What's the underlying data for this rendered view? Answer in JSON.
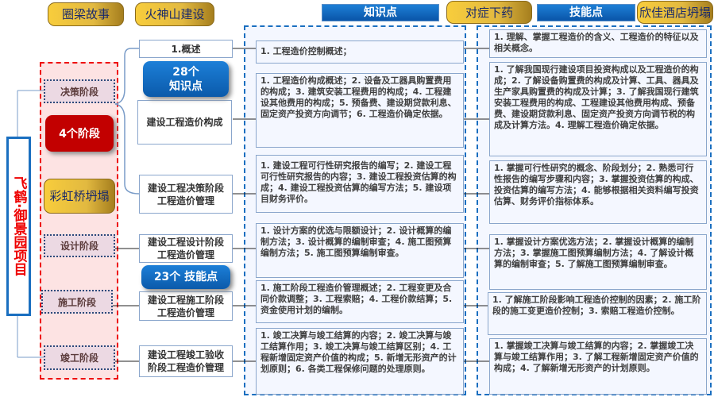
{
  "project_title": "飞鹤·御景园项目",
  "headers": {
    "knowledge": "知识点",
    "skills": "技能点"
  },
  "stages": [
    "决策阶段",
    "设计阶段",
    "施工阶段",
    "竣工阶段"
  ],
  "modules": [
    "1.概述",
    "建设工程造价构成",
    "建设工程决策阶段工程造价管理",
    "建设工程设计阶段工程造价管理",
    "建设工程施工阶段工程造价管理",
    "建设工程竣工验收阶段工程造价管理"
  ],
  "knowledge": [
    "1. 工程造价控制概述；",
    "1. 工程造价构成概述；2. 设备及工器具购置费用的构成；3. 建筑安装工程费用的构成；4. 工程建设其他费用的构成；5. 预备费、建设期贷款利息、固定资产投资方向调节；6. 工程造价确定依据。",
    "1. 建设工程可行性研究报告的编写；2. 建设工程可行性研究报告的内容；3. 建设工程投资估算的构成；4. 建设工程投资估算的编写方法；5. 建设项目财务评价。",
    "1. 设计方案的优选与限额设计；2. 设计概算的编制方法；3. 设计概算的编制审查；4. 施工图预算编制方法；5. 施工图预算编制审查。",
    "1. 施工阶段工程造价管理概述；2. 工程变更及合同价款调整；3. 工程索赔；4. 工程价款结算；5. 资金使用计划的编制。",
    "1. 竣工决算与竣工结算的内容；2. 竣工决算与竣工结算作用；3. 竣工决算与竣工结算区别；4. 工程新增固定资产价值的构成；5. 新增无形资产的计划原则；6. 各类工程保修问题的处理原则。"
  ],
  "skills": [
    "1. 理解、掌握工程造价的含义、工程造价的特征以及相关概念。",
    "1. 了解我国现行建设项目投资构成以及工程造价的构成；2. 了解设备购置费的构成及计算、工具、器具及生产家具购置费的构成及计算；3. 了解我国现行建筑安装工程费用的构成、工程建设其他费用构成、预备费、建设期贷款利息、固定资产投资方向调节税的构成及计算方法。4. 理解工程造价确定依据。",
    "1. 掌握可行性研究的概念、阶段划分；2. 熟悉可行性报告的编写步骤和内容；3. 掌握投资估算的构成、投资估算的编写方法；4. 能够根据相关资料编写投资估算、财务评价指标体系。",
    "1. 掌握设计方案优选方法；2. 掌握设计概算的编制方法；3. 掌握施工图预算编制方法；4. 了解设计概算的编制审查；5. 了解施工图预算编制审查。",
    "1. 了解施工阶段影响工程造价控制的因素；2. 施工阶段的施工变更造价控制；3. 索赔工程造价控制。",
    "1. 掌握竣工决算与竣工结算的内容；2. 掌握竣工决算与竣工结算作用；3. 了解工程新增固定资产价值的构成；4. 了解新增无形资产的计划原则。"
  ],
  "callouts": {
    "stages_count": "4个阶段",
    "knowledge_count": "28个\n知识点",
    "skills_count": "23个\n技能点",
    "case1": "火神山建设",
    "case2": "欣佳酒店坍塌",
    "case3": "对症下药",
    "case4": "彩虹桥坍塌",
    "case5": "圈梁故事"
  },
  "colors": {
    "accent_blue": "#0b5aaa",
    "stage_red": "#c20000",
    "gold": "#e2b940"
  }
}
